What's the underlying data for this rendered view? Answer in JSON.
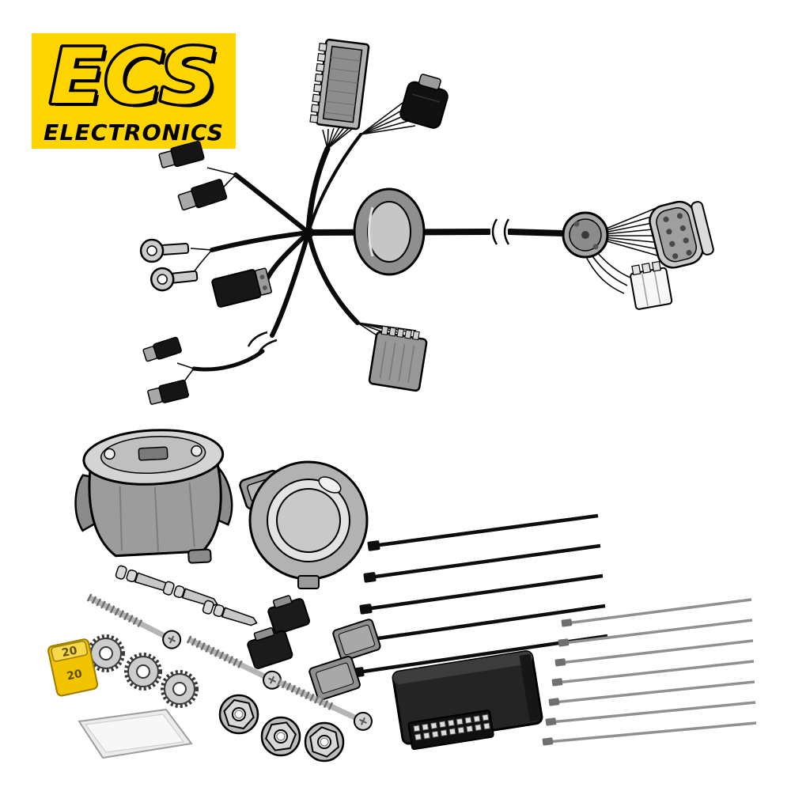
{
  "logo": {
    "brand": "ECS",
    "subtitle": "ELECTRONICS",
    "colors": {
      "yellow": "#ffd500",
      "black": "#000000"
    }
  },
  "harness": {
    "cable_color": "#0a0a0a",
    "cable_breaks": 2,
    "connectors": [
      "multi-pin-ecu-connector",
      "black-cube-connector",
      "oval-rubber-grommet",
      "small-connector-upper-left-1",
      "small-connector-upper-left-2",
      "ring-terminal-1",
      "ring-terminal-2",
      "black-rectangular-connector",
      "small-connector-lower-left-1",
      "small-connector-lower-left-2",
      "grey-multi-pin-connector",
      "round-bayonet-connector",
      "cylindrical-multi-pin-connector",
      "small-white-connector"
    ]
  },
  "kit_parts": {
    "socket_housing": "7-pin-socket-housing-with-lid",
    "mounting_ring": "socket-mounting-ring",
    "black_cable_ties_count": 5,
    "grey_cable_ties_count": 7,
    "crimp_terminals_count": 3,
    "connector_housings_count": 4,
    "screws_count": 3,
    "serrated_washers_count": 3,
    "hex_nuts_count": 3,
    "fuse": {
      "label": "20"
    },
    "adhesive_pad": "foam-adhesive-pad",
    "relay_module": "relay-control-module"
  }
}
